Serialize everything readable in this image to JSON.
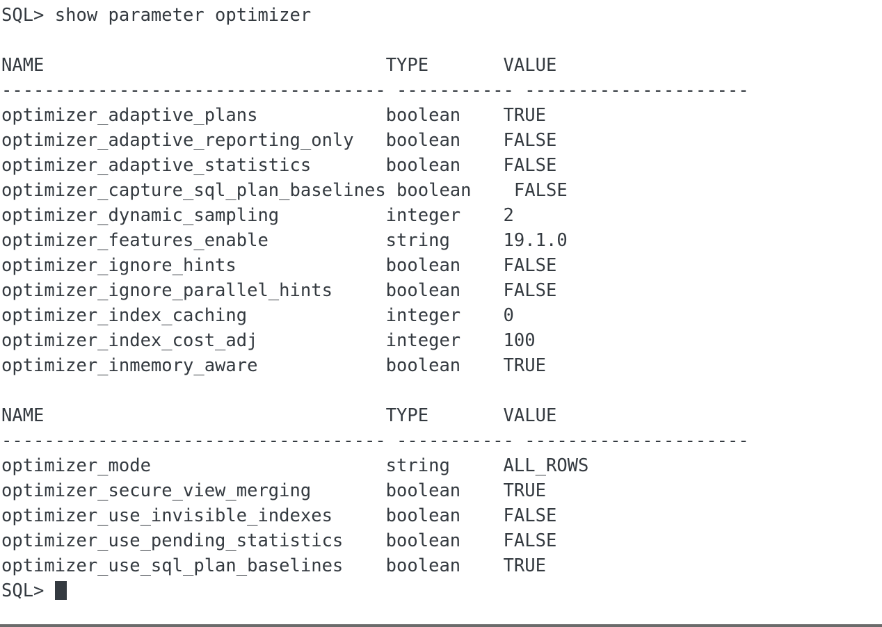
{
  "terminal": {
    "app": "SQL*Plus",
    "prompt": "SQL>",
    "command": "show parameter optimizer",
    "command_line": "SQL> show parameter optimizer",
    "final_prompt": "SQL>",
    "cursor": "block-cursor",
    "colors": {
      "background": "#ffffff",
      "text": "#343a40",
      "bottom_border": "#6b6b6b",
      "cursor": "#343a40"
    },
    "columns": {
      "name_header": "NAME",
      "type_header": "TYPE",
      "value_header": "VALUE",
      "name_width": 36,
      "type_width": 11,
      "value_width": 21
    },
    "separator_char": "-",
    "blocks": [
      {
        "headers": [
          "NAME",
          "TYPE",
          "VALUE"
        ],
        "separators": [
          "------------------------------------",
          "-----------",
          "---------------------"
        ],
        "rows": [
          {
            "name": "optimizer_adaptive_plans",
            "type": "boolean",
            "value": "TRUE"
          },
          {
            "name": "optimizer_adaptive_reporting_only",
            "type": "boolean",
            "value": "FALSE"
          },
          {
            "name": "optimizer_adaptive_statistics",
            "type": "boolean",
            "value": "FALSE"
          },
          {
            "name": "optimizer_capture_sql_plan_baselines",
            "type": "boolean",
            "value": "FALSE"
          },
          {
            "name": "optimizer_dynamic_sampling",
            "type": "integer",
            "value": "2"
          },
          {
            "name": "optimizer_features_enable",
            "type": "string",
            "value": "19.1.0"
          },
          {
            "name": "optimizer_ignore_hints",
            "type": "boolean",
            "value": "FALSE"
          },
          {
            "name": "optimizer_ignore_parallel_hints",
            "type": "boolean",
            "value": "FALSE"
          },
          {
            "name": "optimizer_index_caching",
            "type": "integer",
            "value": "0"
          },
          {
            "name": "optimizer_index_cost_adj",
            "type": "integer",
            "value": "100"
          },
          {
            "name": "optimizer_inmemory_aware",
            "type": "boolean",
            "value": "TRUE"
          }
        ]
      },
      {
        "headers": [
          "NAME",
          "TYPE",
          "VALUE"
        ],
        "separators": [
          "------------------------------------",
          "-----------",
          "---------------------"
        ],
        "rows": [
          {
            "name": "optimizer_mode",
            "type": "string",
            "value": "ALL_ROWS"
          },
          {
            "name": "optimizer_secure_view_merging",
            "type": "boolean",
            "value": "TRUE"
          },
          {
            "name": "optimizer_use_invisible_indexes",
            "type": "boolean",
            "value": "FALSE"
          },
          {
            "name": "optimizer_use_pending_statistics",
            "type": "boolean",
            "value": "FALSE"
          },
          {
            "name": "optimizer_use_sql_plan_baselines",
            "type": "boolean",
            "value": "TRUE"
          }
        ]
      }
    ]
  }
}
